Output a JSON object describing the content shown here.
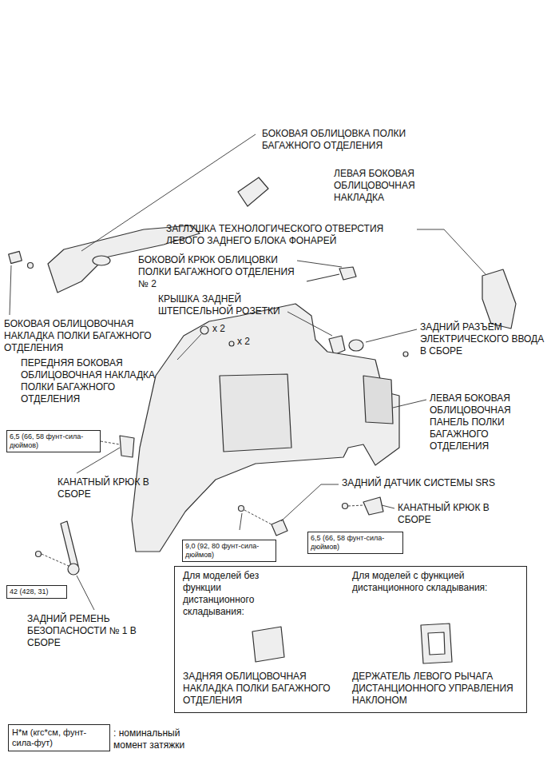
{
  "diagram": {
    "nodes": [
      {
        "text": [
          "6,5 (66, 58 фунт-сила-дюймов)"
        ]
      },
      {
        "text": [
          "9,0 (92, 80 фунт-сила-дюймов)"
        ]
      },
      {
        "text": [
          "6,5 (66, 58 фунт-сила-дюймов)"
        ]
      },
      {
        "text": [
          "42 (428, 31)"
        ]
      },
      {
        "text": [
          "Для моделей без функции дистанционного складывания:",
          "Для моделей с функцией дистанционного складывания:",
          "ЗАДНЯЯ ОБЛИЦОВОЧНАЯ НАКЛАДКА ПОЛКИ БАГАЖНОГО ОТДЕЛЕНИЯ",
          "ДЕРЖАТЕЛЬ ЛЕВОГО РЫЧАГА ДИСТАНЦИОННОГО УПРАВЛЕНИЯ НАКЛОНОМ"
        ]
      },
      {
        "text": [
          "Н*м (кгс*см, фунт-сила-фут)"
        ]
      }
    ],
    "labels": [
      "БОКОВАЯ ОБЛИЦОВКА ПОЛКИ БАГАЖНОГО ОТДЕЛЕНИЯ",
      "ЛЕВАЯ БОКОВАЯ ОБЛИЦОВОЧНАЯ НАКЛАДКА",
      "ЗАГЛУШКА ТЕХНОЛОГИЧЕСКОГО ОТВЕРСТИЯ ЛЕВОГО ЗАДНЕГО БЛОКА ФОНАРЕЙ",
      "БОКОВОЙ КРЮК ОБЛИЦОВКИ ПОЛКИ БАГАЖНОГО ОТДЕЛЕНИЯ № 2",
      "КРЫШКА ЗАДНЕЙ ШТЕПСЕЛЬНОЙ РОЗЕТКИ",
      "БОКОВАЯ ОБЛИЦОВОЧНАЯ НАКЛАДКА ПОЛКИ БАГАЖНОГО ОТДЕЛЕНИЯ",
      "x 2",
      "x 2",
      "ПЕРЕДНЯЯ БОКОВАЯ ОБЛИЦОВОЧНАЯ НАКЛАДКА ПОЛКИ БАГАЖНОГО ОТДЕЛЕНИЯ",
      "ЗАДНИЙ РАЗЪЕМ ЭЛЕКТРИЧЕСКОГО ВВОДА В СБОРЕ",
      "ЛЕВАЯ БОКОВАЯ ОБЛИЦОВОЧНАЯ ПАНЕЛЬ ПОЛКИ БАГАЖНОГО ОТДЕЛЕНИЯ",
      "КАНАТНЫЙ КРЮК В СБОРЕ",
      "ЗАДНИЙ ДАТЧИК СИСТЕМЫ SRS",
      "КАНАТНЫЙ КРЮК В СБОРЕ",
      "ЗАДНИЙ РЕМЕНЬ БЕЗОПАСНОСТИ № 1 В СБОРЕ",
      ": номинальный момент затяжки"
    ]
  }
}
